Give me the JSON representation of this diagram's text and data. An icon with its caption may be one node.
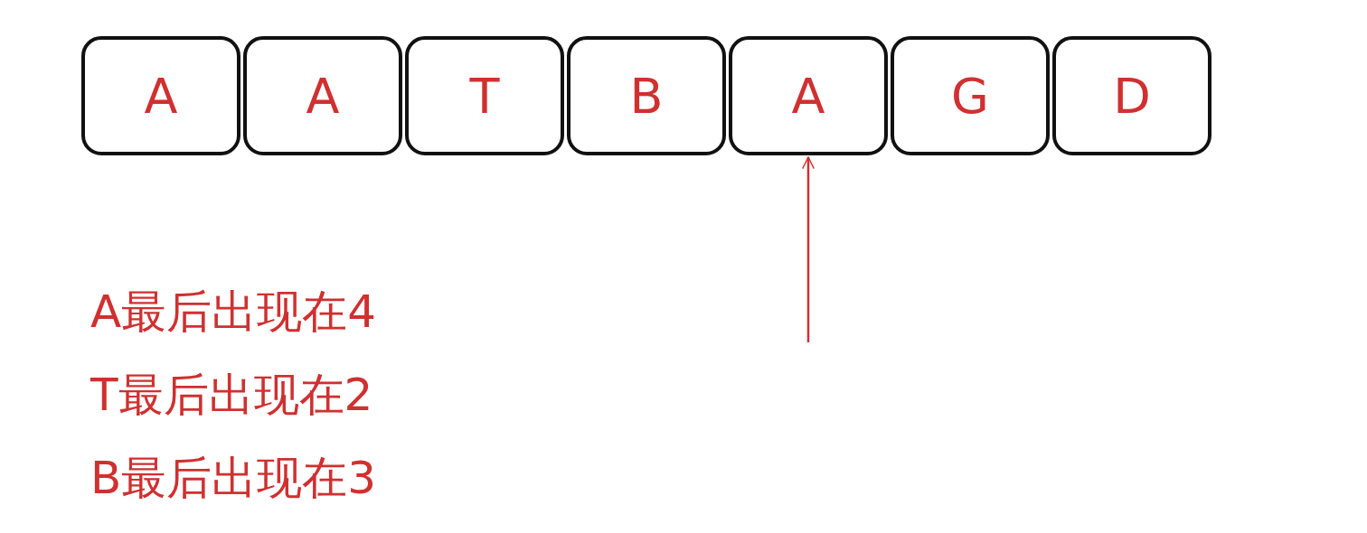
{
  "diagram": {
    "nodes": [
      {
        "text": [
          "A"
        ]
      },
      {
        "text": [
          "A"
        ]
      },
      {
        "text": [
          "T"
        ]
      },
      {
        "text": [
          "B"
        ]
      },
      {
        "text": [
          "A"
        ]
      },
      {
        "text": [
          "G"
        ]
      },
      {
        "text": [
          "D"
        ]
      }
    ],
    "edges": [
      {
        "from": null,
        "to": 4,
        "arrow": "to",
        "color": "#d03030"
      }
    ],
    "labels": [
      "A最后出现在4",
      "T最后出现在2",
      "B最后出现在3"
    ]
  }
}
